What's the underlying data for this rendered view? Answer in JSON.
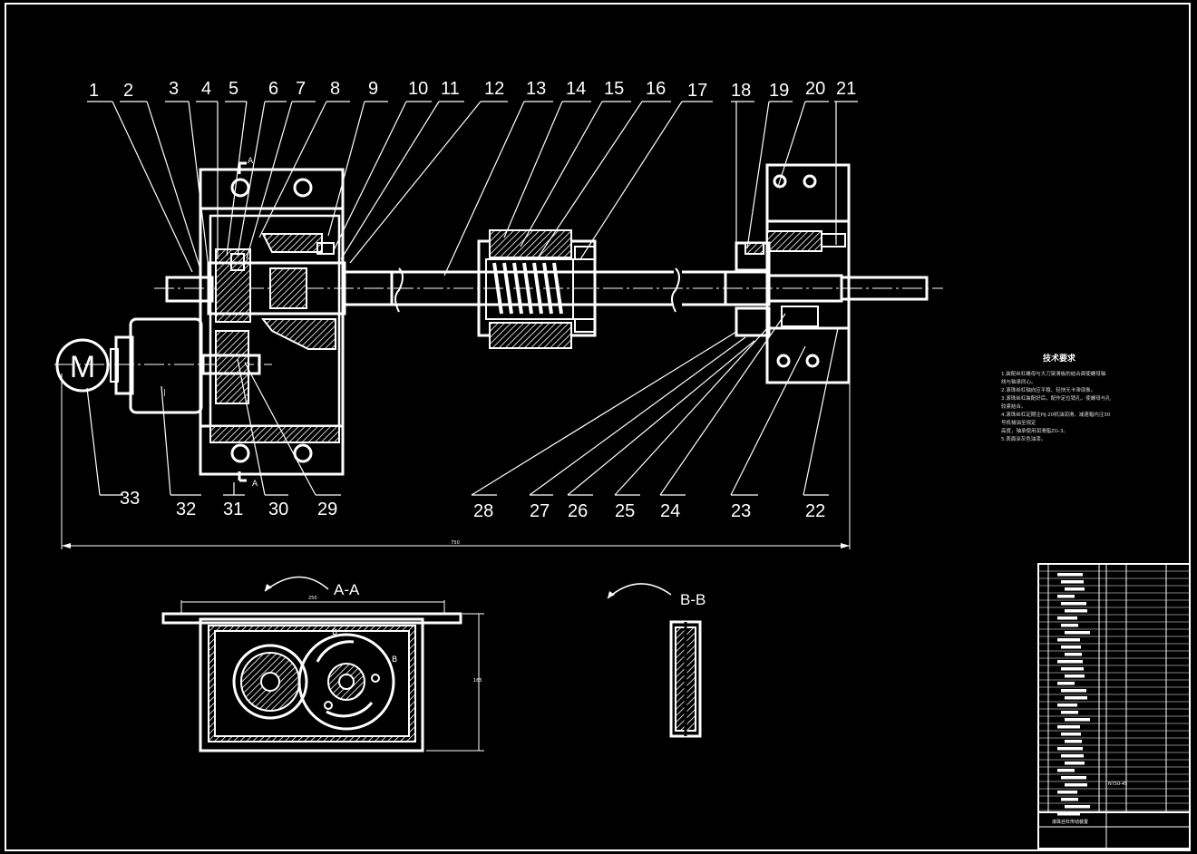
{
  "callouts_top": [
    "1",
    "2",
    "3",
    "4",
    "5",
    "6",
    "7",
    "8",
    "9",
    "10",
    "11",
    "12",
    "13",
    "14",
    "15",
    "16",
    "17",
    "18",
    "19",
    "20",
    "21"
  ],
  "callouts_bottom": [
    "33",
    "32",
    "31",
    "30",
    "29",
    "28",
    "27",
    "26",
    "25",
    "24",
    "23",
    "22"
  ],
  "motor_label": "M",
  "section_aa": "A-A",
  "section_bb": "B-B",
  "section_arrow": "A",
  "section_b_mark": "B",
  "requirements": {
    "title": "技术要求",
    "lines": [
      "1.装配丝杠螺母与大刀架滑板的结合面使螺母轴",
      "  线与轴承同心。",
      "2.滚珠丝杠轴向应平稳、轻快无卡滞现象。",
      "3.滚珠丝杠装配好后，配作定位销孔，使螺母与孔",
      "  较紧结合。",
      "4.滚珠丝杠定期注HJ-20机油润滑，减速箱内注30",
      "  号机械油至规定",
      "  高度，轴承使用润滑脂ZG-3。",
      "5.表面涂灰色油漆。"
    ]
  },
  "dimensions": {
    "overall": "750",
    "aa_width": "250",
    "aa_height": "165"
  },
  "title_block": {
    "name": "滚珠丝杠传动装置",
    "part_code": "NT50-45"
  }
}
